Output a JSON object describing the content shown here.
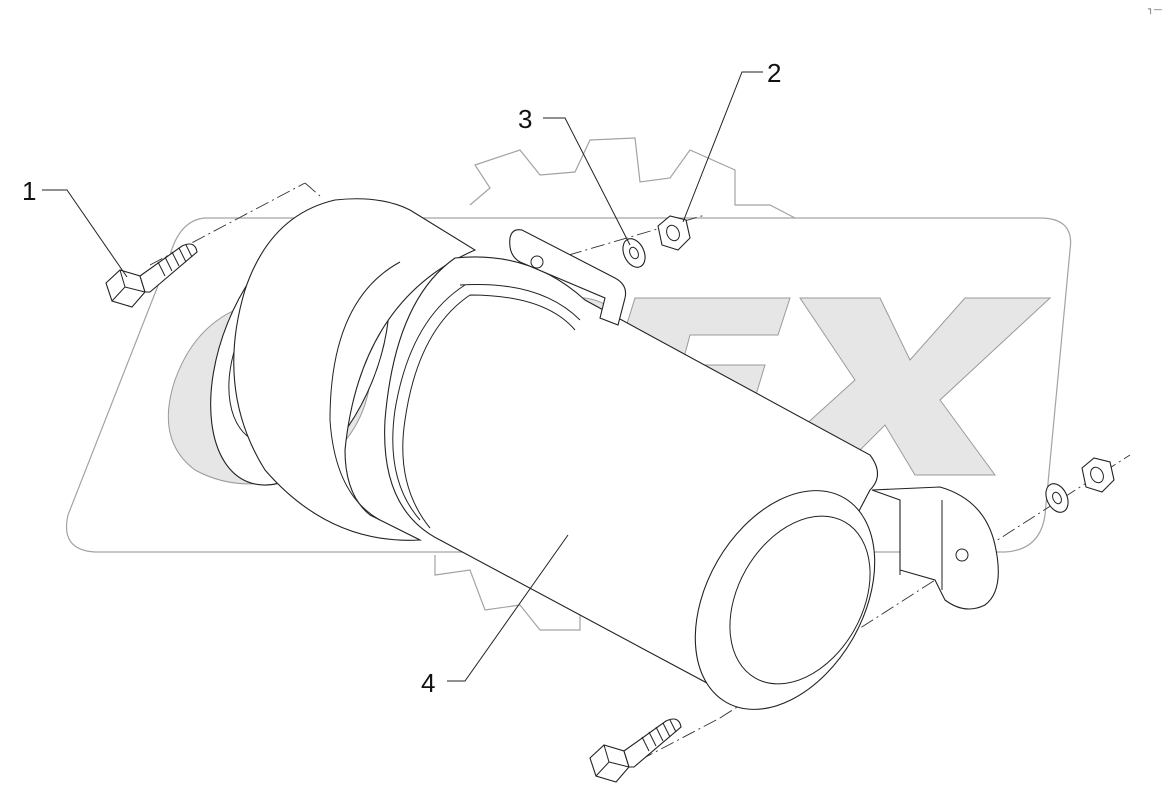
{
  "watermark": {
    "brand_text": "OPEX"
  },
  "corner_mark": "┐—",
  "callouts": [
    {
      "id": "1",
      "label": "1"
    },
    {
      "id": "2",
      "label": "2"
    },
    {
      "id": "3",
      "label": "3"
    },
    {
      "id": "4",
      "label": "4"
    }
  ],
  "colors": {
    "line": "#222222",
    "watermark": "#a3a3a3"
  }
}
